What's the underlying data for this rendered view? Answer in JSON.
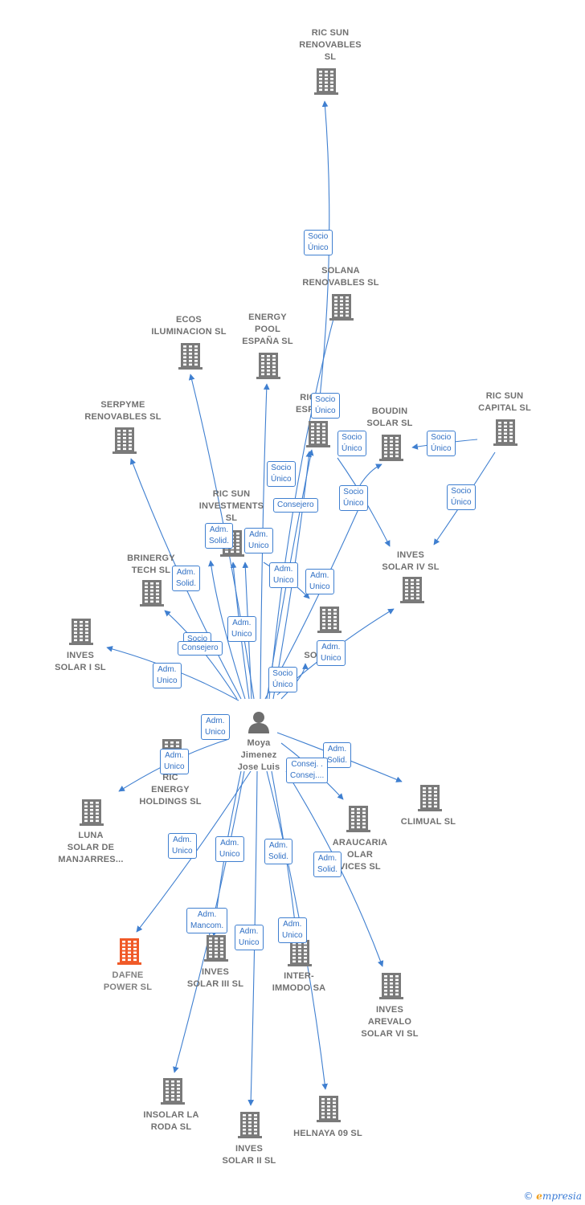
{
  "colors": {
    "edge": "#3f7fd0",
    "building": "#7a7a7a",
    "building_highlight": "#f05a28",
    "person": "#6e6e6e",
    "label": "#707070"
  },
  "person": {
    "lines": [
      "Moya",
      "Jimenez",
      "Jose Luis"
    ],
    "icon": "person-icon"
  },
  "companies": [
    {
      "id": "ric-sun-renovables",
      "lines": [
        "RIC SUN",
        "RENOVABLES",
        "SL"
      ],
      "icon": "building-icon"
    },
    {
      "id": "solana-renovables",
      "lines": [
        "SOLANA",
        "RENOVABLES SL"
      ],
      "icon": "building-icon"
    },
    {
      "id": "ecos-iluminacion",
      "lines": [
        "ECOS",
        "ILUMINACION SL"
      ],
      "icon": "building-icon"
    },
    {
      "id": "energy-pool",
      "lines": [
        "ENERGY",
        "POOL",
        "ESPAÑA  SL"
      ],
      "icon": "building-icon"
    },
    {
      "id": "ric-espana",
      "lines": [
        "RIC",
        "ESPA"
      ],
      "icon": "building-icon"
    },
    {
      "id": "boudin-solar",
      "lines": [
        "BOUDIN",
        "SOLAR SL"
      ],
      "icon": "building-icon"
    },
    {
      "id": "ric-sun-capital",
      "lines": [
        "RIC SUN",
        "CAPITAL  SL"
      ],
      "icon": "building-icon"
    },
    {
      "id": "serpyme-renovables",
      "lines": [
        "SERPYME",
        "RENOVABLES SL"
      ],
      "icon": "building-icon"
    },
    {
      "id": "ric-sun-investments",
      "lines": [
        "RIC SUN",
        "INVESTMENTS",
        "SL"
      ],
      "icon": "building-icon"
    },
    {
      "id": "brinergy-tech",
      "lines": [
        "BRINERGY",
        "TECH  SL"
      ],
      "icon": "building-icon"
    },
    {
      "id": "inves-solar-iv",
      "lines": [
        "INVES",
        "SOLAR IV SL"
      ],
      "icon": "building-icon"
    },
    {
      "id": "inves-solar-i",
      "lines": [
        "INVES",
        "SOLAR I SL"
      ],
      "icon": "building-icon"
    },
    {
      "id": "hidden-sol",
      "lines": [
        "SOL"
      ],
      "icon": "building-icon"
    },
    {
      "id": "ric-energy-holdings",
      "lines": [
        "RIC",
        "ENERGY",
        "HOLDINGS  SL"
      ],
      "icon": "building-icon"
    },
    {
      "id": "luna-solar",
      "lines": [
        "LUNA",
        "SOLAR DE",
        "MANJARRES..."
      ],
      "icon": "building-icon"
    },
    {
      "id": "climual",
      "lines": [
        "CLIMUAL SL"
      ],
      "icon": "building-icon"
    },
    {
      "id": "araucaria-solar",
      "lines": [
        "ARAUCARIA",
        "OLAR",
        "VICES SL"
      ],
      "icon": "building-icon"
    },
    {
      "id": "dafne-power",
      "lines": [
        "DAFNE",
        "POWER  SL"
      ],
      "icon": "building-icon",
      "highlight": true
    },
    {
      "id": "inves-solar-iii",
      "lines": [
        "INVES",
        "SOLAR III SL"
      ],
      "icon": "building-icon"
    },
    {
      "id": "inter-immodo",
      "lines": [
        "INTER-",
        "IMMODO SA"
      ],
      "icon": "building-icon"
    },
    {
      "id": "inves-arevalo",
      "lines": [
        "INVES",
        "AREVALO",
        "SOLAR VI SL"
      ],
      "icon": "building-icon"
    },
    {
      "id": "insolar-la-roda",
      "lines": [
        "INSOLAR LA",
        "RODA  SL"
      ],
      "icon": "building-icon"
    },
    {
      "id": "inves-solar-ii",
      "lines": [
        "INVES",
        "SOLAR II SL"
      ],
      "icon": "building-icon"
    },
    {
      "id": "helnaya-09",
      "lines": [
        "HELNAYA 09 SL"
      ],
      "icon": "building-icon"
    }
  ],
  "roles": [
    {
      "lines": [
        "Socio",
        "Único"
      ]
    },
    {
      "lines": [
        "Socio",
        "Único"
      ]
    },
    {
      "lines": [
        "Socio",
        "Único"
      ]
    },
    {
      "lines": [
        "Socio",
        "Único"
      ]
    },
    {
      "lines": [
        "Socio",
        "Único"
      ]
    },
    {
      "lines": [
        "Socio",
        "Único"
      ]
    },
    {
      "lines": [
        "Socio",
        "Único"
      ]
    },
    {
      "lines": [
        "Consejero"
      ]
    },
    {
      "lines": [
        "Adm.",
        "Solid."
      ]
    },
    {
      "lines": [
        "Adm.",
        "Unico"
      ]
    },
    {
      "lines": [
        "Adm.",
        "Solid."
      ]
    },
    {
      "lines": [
        "Adm.",
        "Unico"
      ]
    },
    {
      "lines": [
        "Adm.",
        "Unico"
      ]
    },
    {
      "lines": [
        "Adm.",
        "Unico"
      ]
    },
    {
      "lines": [
        "Socio"
      ]
    },
    {
      "lines": [
        "Consejero"
      ]
    },
    {
      "lines": [
        "Adm.",
        "Unico"
      ]
    },
    {
      "lines": [
        "Adm.",
        "Unico"
      ]
    },
    {
      "lines": [
        "Socio",
        "Único"
      ]
    },
    {
      "lines": [
        "Adm.",
        "Unico"
      ]
    },
    {
      "lines": [
        "Adm.",
        "Unico"
      ]
    },
    {
      "lines": [
        "Adm.",
        "Solid."
      ]
    },
    {
      "lines": [
        "Consej. .",
        "Consej...."
      ]
    },
    {
      "lines": [
        "Adm.",
        "Unico"
      ]
    },
    {
      "lines": [
        "Adm.",
        "Unico"
      ]
    },
    {
      "lines": [
        "Adm.",
        "Solid."
      ]
    },
    {
      "lines": [
        "Adm.",
        "Solid."
      ]
    },
    {
      "lines": [
        "Adm.",
        "Mancom."
      ]
    },
    {
      "lines": [
        "Adm.",
        "Unico"
      ]
    },
    {
      "lines": [
        "Adm.",
        "Unico"
      ]
    }
  ],
  "brand": {
    "copyright": "©",
    "name_first": "e",
    "name_rest": "mpresia"
  }
}
